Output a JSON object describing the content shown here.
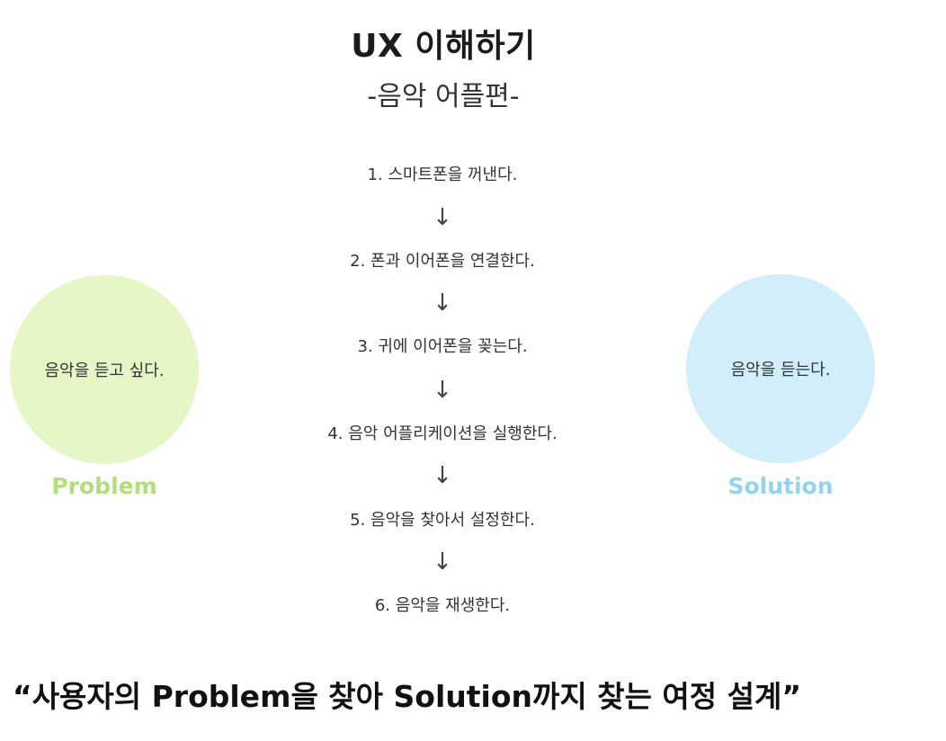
{
  "title": "UX 이해하기",
  "subtitle": "-음악 어플편-",
  "problem": {
    "circle_text": "음악을 듣고 싶다.",
    "label": "Problem"
  },
  "solution": {
    "circle_text": "음악을 듣는다.",
    "label": "Solution"
  },
  "steps": [
    "1. 스마트폰을 꺼낸다.",
    "2. 폰과 이어폰을 연결한다.",
    "3. 귀에 이어폰을 꽂는다.",
    "4. 음악 어플리케이션을 실행한다.",
    "5. 음악을 찾아서 설정한다.",
    "6. 음악을 재생한다."
  ],
  "arrow_glyph": "↓",
  "quote": "“사용자의 Problem을 찾아 Solution까지 찾는 여정 설계”",
  "colors": {
    "problem_circle": "#e4f7c4",
    "problem_label": "#b4dd7c",
    "solution_circle": "#d3eefb",
    "solution_label": "#93d3f0"
  }
}
